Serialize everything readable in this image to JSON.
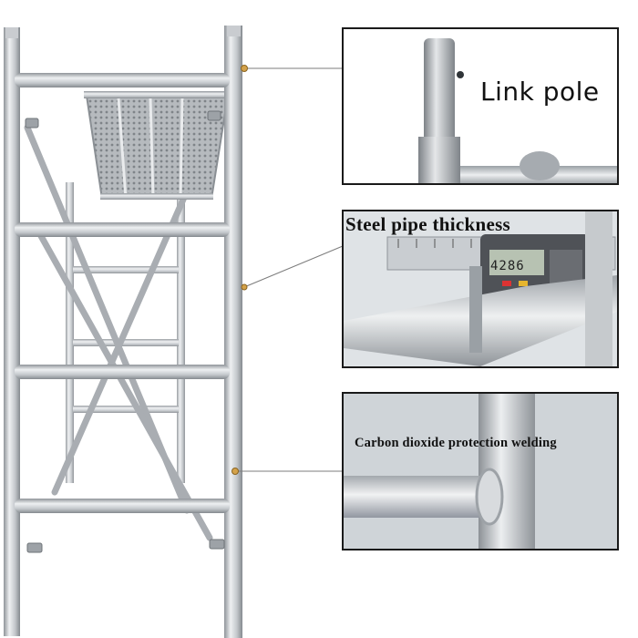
{
  "callouts": [
    {
      "label": "Link pole"
    },
    {
      "label": "Steel pipe thickness",
      "caliper_reading": "4286"
    },
    {
      "label": "Carbon dioxide protection welding"
    }
  ],
  "colors": {
    "steel_light": "#e6e8ea",
    "steel_mid": "#b9bdc1",
    "steel_dark": "#8a8f94",
    "leader_line": "#7d7d7d",
    "marker": "#d4a24a",
    "frame_border": "#1a1a1a"
  }
}
